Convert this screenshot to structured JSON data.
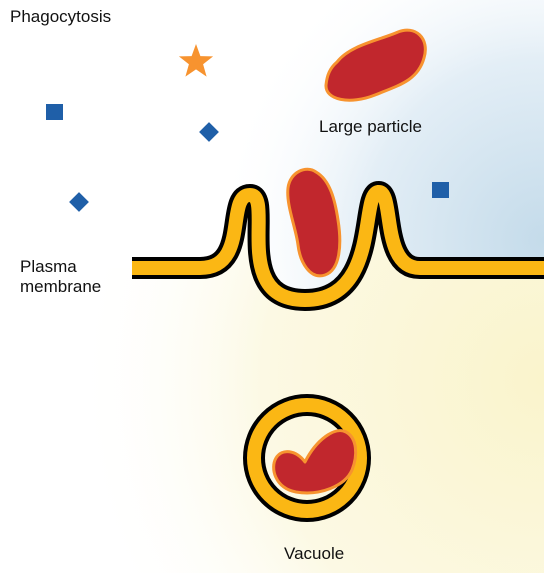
{
  "title": "Phagocytosis",
  "labels": {
    "large_particle": "Large particle",
    "plasma_membrane": [
      "Plasma",
      "membrane"
    ],
    "vacuole": "Vacuole"
  },
  "colors": {
    "membrane_fill": "#fbb714",
    "membrane_outline": "#000000",
    "particle_fill": "#c1272d",
    "particle_outline": "#f7932f",
    "star": "#f7932f",
    "small_molecule": "#1f5fa8",
    "outside_tint": "#c4dbea",
    "inside_tint": "#faf4cc"
  },
  "icons": {
    "star": "star-icon",
    "square": "square-icon",
    "diamond": "diamond-icon"
  }
}
